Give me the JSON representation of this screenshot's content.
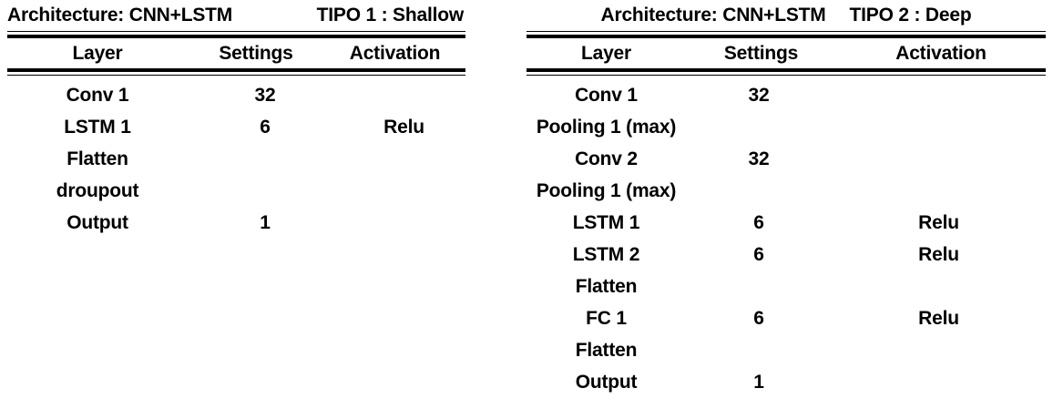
{
  "tables": [
    {
      "id": "shallow",
      "title_architecture": "Architecture: CNN+LSTM",
      "title_tipo": "TIPO 1 : Shallow",
      "columns": [
        "Layer",
        "Settings",
        "Activation"
      ],
      "rows": [
        {
          "layer": "Conv 1",
          "settings": "32",
          "activation": ""
        },
        {
          "layer": "LSTM 1",
          "settings": "6",
          "activation": "Relu"
        },
        {
          "layer": "Flatten",
          "settings": "",
          "activation": ""
        },
        {
          "layer": "droupout",
          "settings": "",
          "activation": ""
        },
        {
          "layer": "Output",
          "settings": "1",
          "activation": ""
        }
      ]
    },
    {
      "id": "deep",
      "title_architecture": "Architecture: CNN+LSTM",
      "title_tipo": "TIPO 2 : Deep",
      "columns": [
        "Layer",
        "Settings",
        "Activation"
      ],
      "rows": [
        {
          "layer": "Conv 1",
          "settings": "32",
          "activation": ""
        },
        {
          "layer": "Pooling 1 (max)",
          "settings": "",
          "activation": ""
        },
        {
          "layer": "Conv 2",
          "settings": "32",
          "activation": ""
        },
        {
          "layer": "Pooling 1 (max)",
          "settings": "",
          "activation": ""
        },
        {
          "layer": "LSTM 1",
          "settings": "6",
          "activation": "Relu"
        },
        {
          "layer": "LSTM 2",
          "settings": "6",
          "activation": "Relu"
        },
        {
          "layer": "Flatten",
          "settings": "",
          "activation": ""
        },
        {
          "layer": "FC 1",
          "settings": "6",
          "activation": "Relu"
        },
        {
          "layer": "Flatten",
          "settings": "",
          "activation": ""
        },
        {
          "layer": "Output",
          "settings": "1",
          "activation": ""
        }
      ]
    }
  ],
  "style": {
    "text_color": "#000000",
    "background_color": "#ffffff",
    "rule_color": "#000000"
  }
}
